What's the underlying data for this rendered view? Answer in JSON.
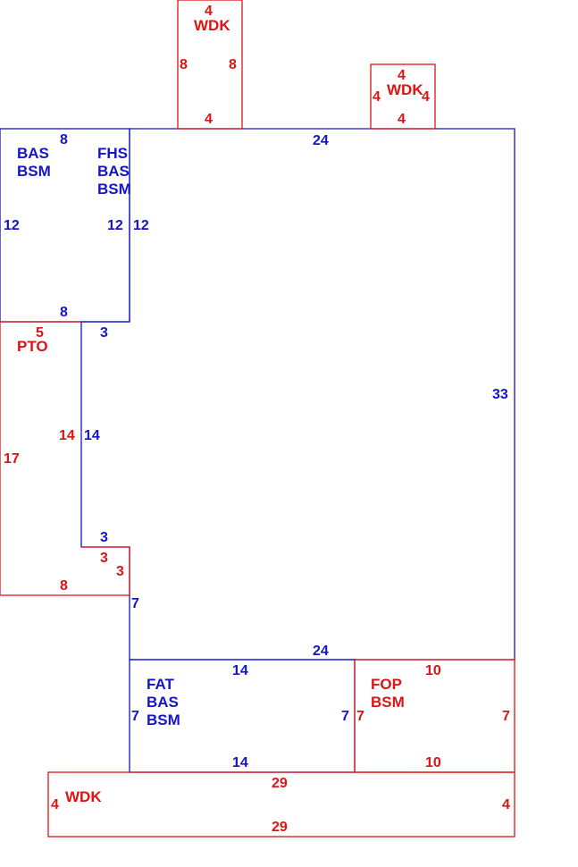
{
  "colors": {
    "living": "#1414c8",
    "exterior": "#dc1414"
  },
  "areas": {
    "wdk_top": {
      "label": "WDK",
      "dims": [
        "4",
        "8",
        "8",
        "4"
      ]
    },
    "wdk_right": {
      "label": "WDK",
      "dims": [
        "4",
        "4",
        "4",
        "4"
      ]
    },
    "main": {
      "dims": [
        "24",
        "33",
        "24",
        "7",
        "3",
        "3",
        "14",
        "3"
      ]
    },
    "bas_left": {
      "labels": [
        "BAS",
        "BSM"
      ],
      "dims": [
        "8",
        "12",
        "8"
      ]
    },
    "fhs": {
      "labels": [
        "FHS",
        "BAS",
        "BSM"
      ],
      "dims": [
        "12",
        "12"
      ]
    },
    "pto": {
      "label": "PTO",
      "dims": [
        "5",
        "14",
        "17",
        "8",
        "3",
        "3"
      ]
    },
    "fat": {
      "labels": [
        "FAT",
        "BAS",
        "BSM"
      ],
      "dims": [
        "14",
        "7",
        "14",
        "7"
      ]
    },
    "fop": {
      "labels": [
        "FOP",
        "BSM"
      ],
      "dims": [
        "10",
        "7",
        "7",
        "10"
      ]
    },
    "wdk_bottom": {
      "label": "WDK",
      "dims": [
        "29",
        "4",
        "4",
        "29"
      ]
    }
  }
}
